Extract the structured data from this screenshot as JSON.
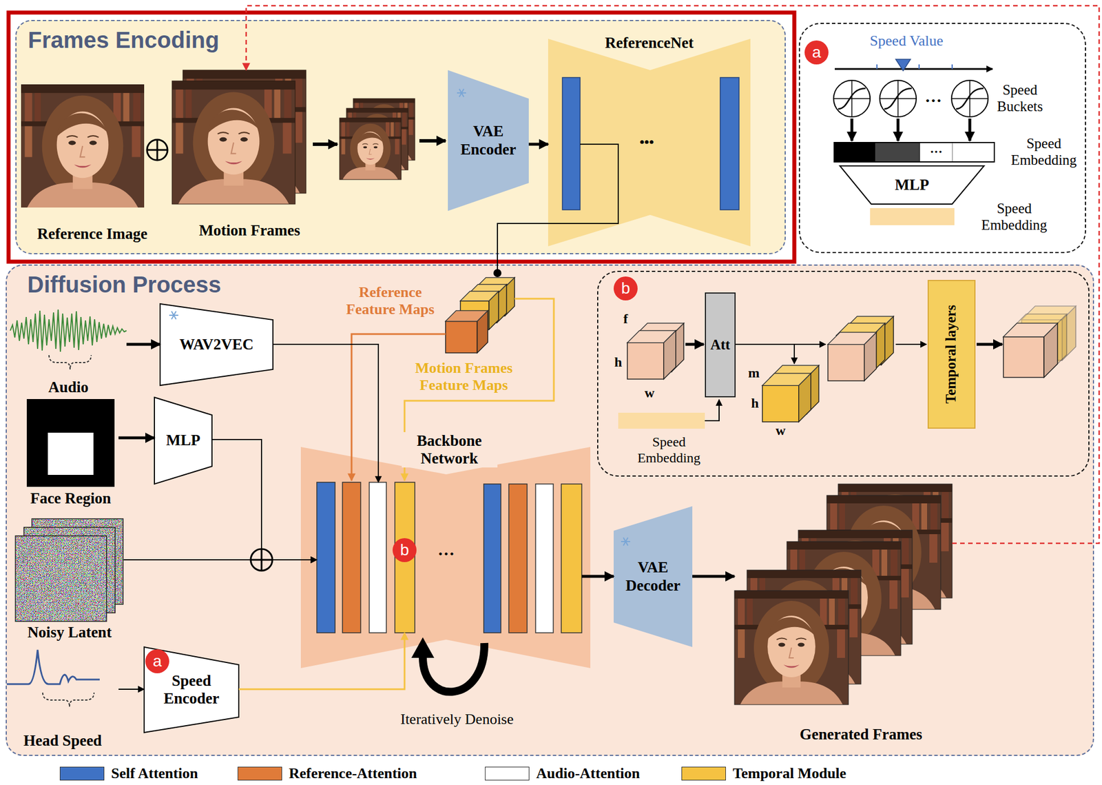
{
  "diagram": {
    "nodes": [
      {
        "text": [
          "Frames Encoding"
        ]
      },
      {
        "text": [
          "Reference Image"
        ],
        "in": 0
      },
      {
        "text": [
          "Motion Frames"
        ],
        "in": 0
      },
      {
        "text": [
          "VAE Encoder"
        ],
        "in": 0
      },
      {
        "text": [
          "ReferenceNet"
        ],
        "in": 0
      },
      {
        "text": [
          "a"
        ]
      },
      {
        "text": [
          "MLP"
        ],
        "in": 5
      },
      {
        "text": [
          "Diffusion Process"
        ]
      },
      {
        "text": [
          "Audio"
        ],
        "in": 7
      },
      {
        "text": [
          "WAV2VEC"
        ],
        "in": 7
      },
      {
        "text": [
          "b"
        ],
        "in": 7
      },
      {
        "text": [
          "Att"
        ],
        "in": 10
      },
      {
        "text": [
          "Temporal layers"
        ],
        "in": 10
      },
      {
        "text": [
          "Face Region"
        ],
        "in": 7
      },
      {
        "text": [
          "MLP"
        ],
        "in": 7
      },
      {
        "text": [
          "Backbone Network"
        ],
        "in": 7
      },
      {
        "text": [
          "Noisy Latent"
        ],
        "in": 7
      },
      {
        "text": [
          "VAE Decoder"
        ],
        "in": 7
      },
      {
        "text": [
          "Generated Frames"
        ],
        "in": 7
      },
      {
        "text": [
          "Speed Encoder"
        ],
        "in": 7
      },
      {
        "text": [
          "Head Speed"
        ],
        "in": 7
      }
    ],
    "edges": [
      {
        "from": 3,
        "to": 4,
        "arrow": "to"
      },
      {
        "from": 8,
        "to": 9,
        "arrow": "to"
      },
      {
        "from": 9,
        "to": 15,
        "arrow": "to"
      },
      {
        "from": 13,
        "to": 14,
        "arrow": "to"
      },
      {
        "from": 14,
        "to": 15,
        "arrow": "to"
      },
      {
        "from": 16,
        "to": 15,
        "arrow": "to"
      },
      {
        "from": 15,
        "to": 17,
        "arrow": "to"
      },
      {
        "from": 17,
        "to": 18,
        "arrow": "to"
      },
      {
        "from": 20,
        "to": 19,
        "arrow": "to"
      },
      {
        "from": 19,
        "to": 15,
        "arrow": "to"
      },
      {
        "from": 18,
        "to": 2,
        "arrow": "to"
      }
    ],
    "labels": [
      "Speed Value",
      "Speed Buckets",
      "···",
      "Speed Embedding",
      "···",
      "Speed Embedding",
      "•••",
      "Reference Feature Maps",
      "Motion Frames Feature Maps",
      "b",
      "···",
      "f",
      "h",
      "w",
      "Speed Embedding",
      "m",
      "h",
      "w",
      "Iteratively Denoise",
      "a"
    ],
    "legend": [
      {
        "text": "Self Attention",
        "color": "#3f72c4"
      },
      {
        "text": "Reference-Attention",
        "color": "#e07b39"
      },
      {
        "text": "Audio-Attention",
        "color": "#ffffff"
      },
      {
        "text": "Temporal Module",
        "color": "#f5c242"
      }
    ]
  }
}
